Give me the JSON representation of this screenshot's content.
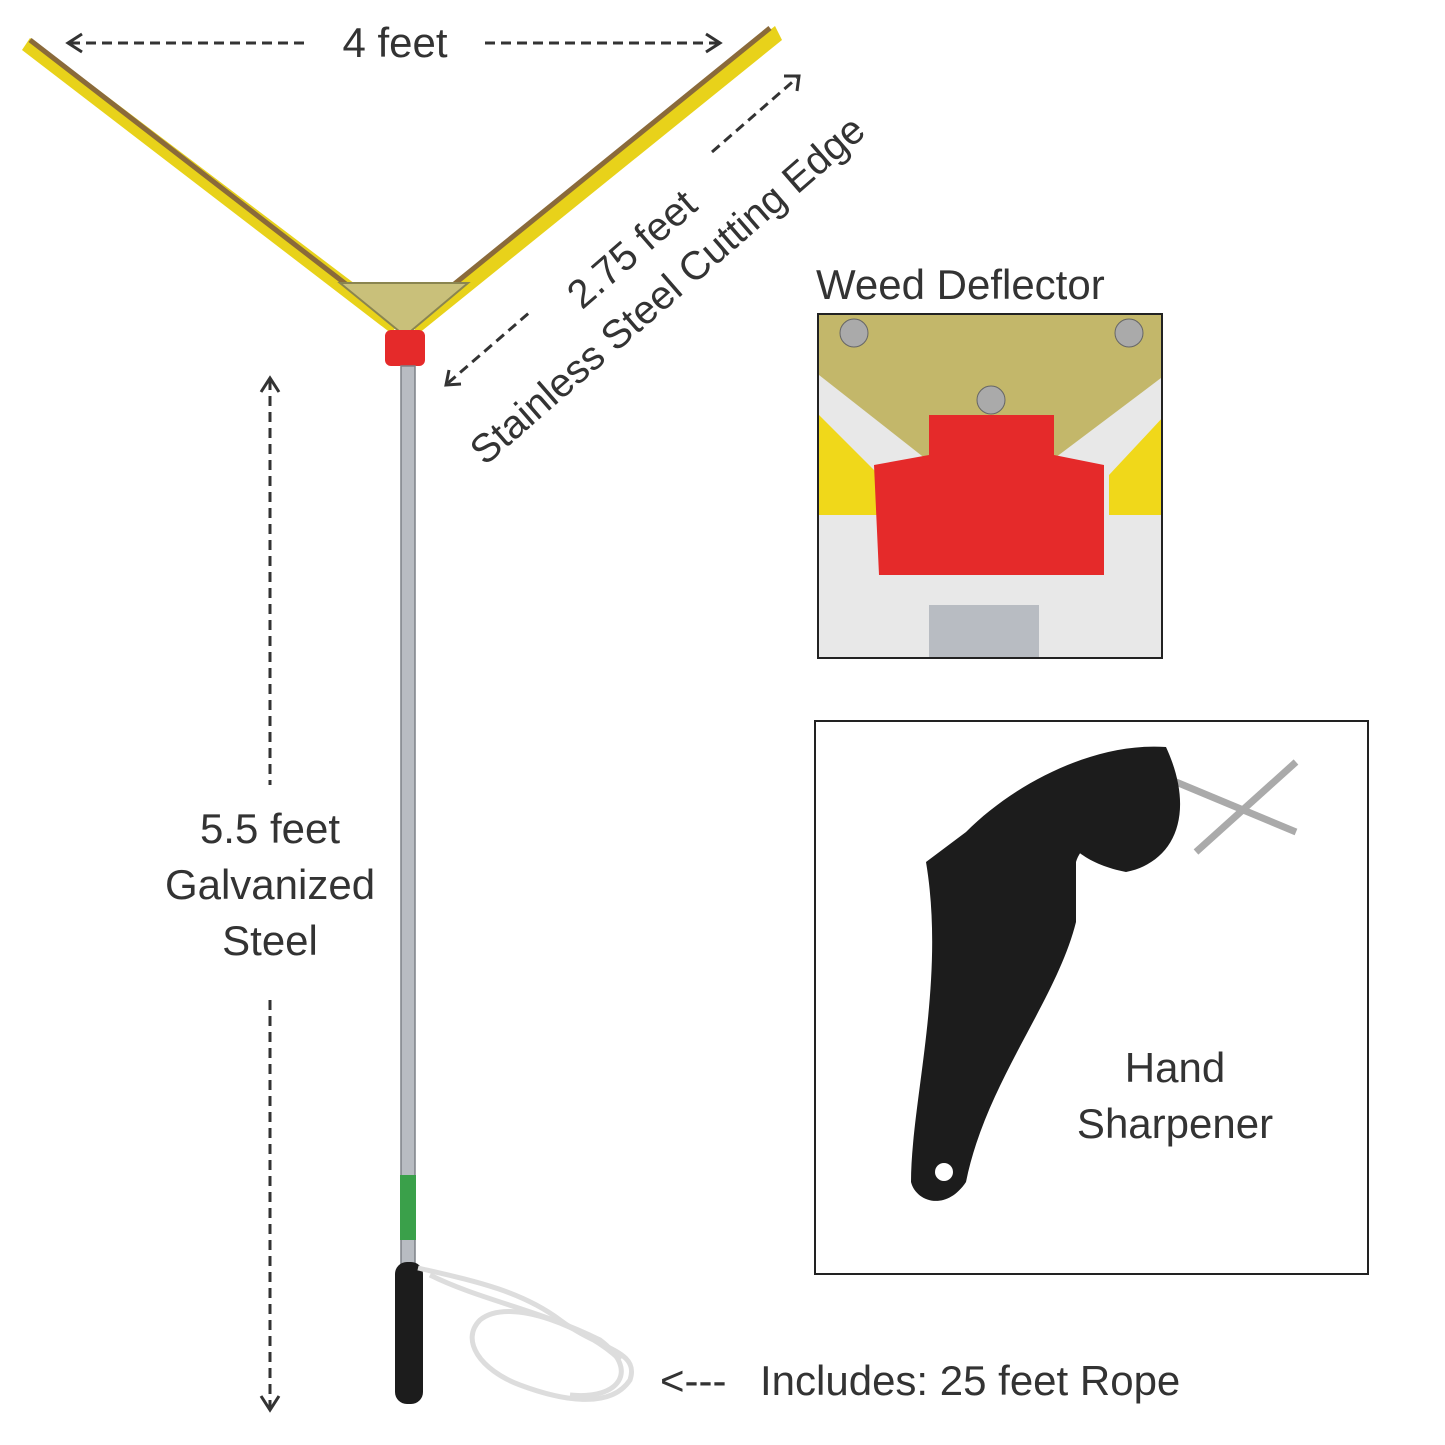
{
  "labels": {
    "width": "4 feet",
    "blade_length": "2.75 feet",
    "blade_material": "Stainless Steel Cutting Edge",
    "handle_length": "5.5 feet",
    "handle_material_1": "Galvanized",
    "handle_material_2": "Steel",
    "deflector_title": "Weed Deflector",
    "sharpener_line1": "Hand",
    "sharpener_line2": "Sharpener",
    "rope_arrow": "<---",
    "rope": "Includes: 25 feet Rope"
  },
  "colors": {
    "blade_yellow": "#e8d21a",
    "deflector_red": "#e52a2a",
    "steel": "#b8bcc2",
    "text": "#333333"
  }
}
